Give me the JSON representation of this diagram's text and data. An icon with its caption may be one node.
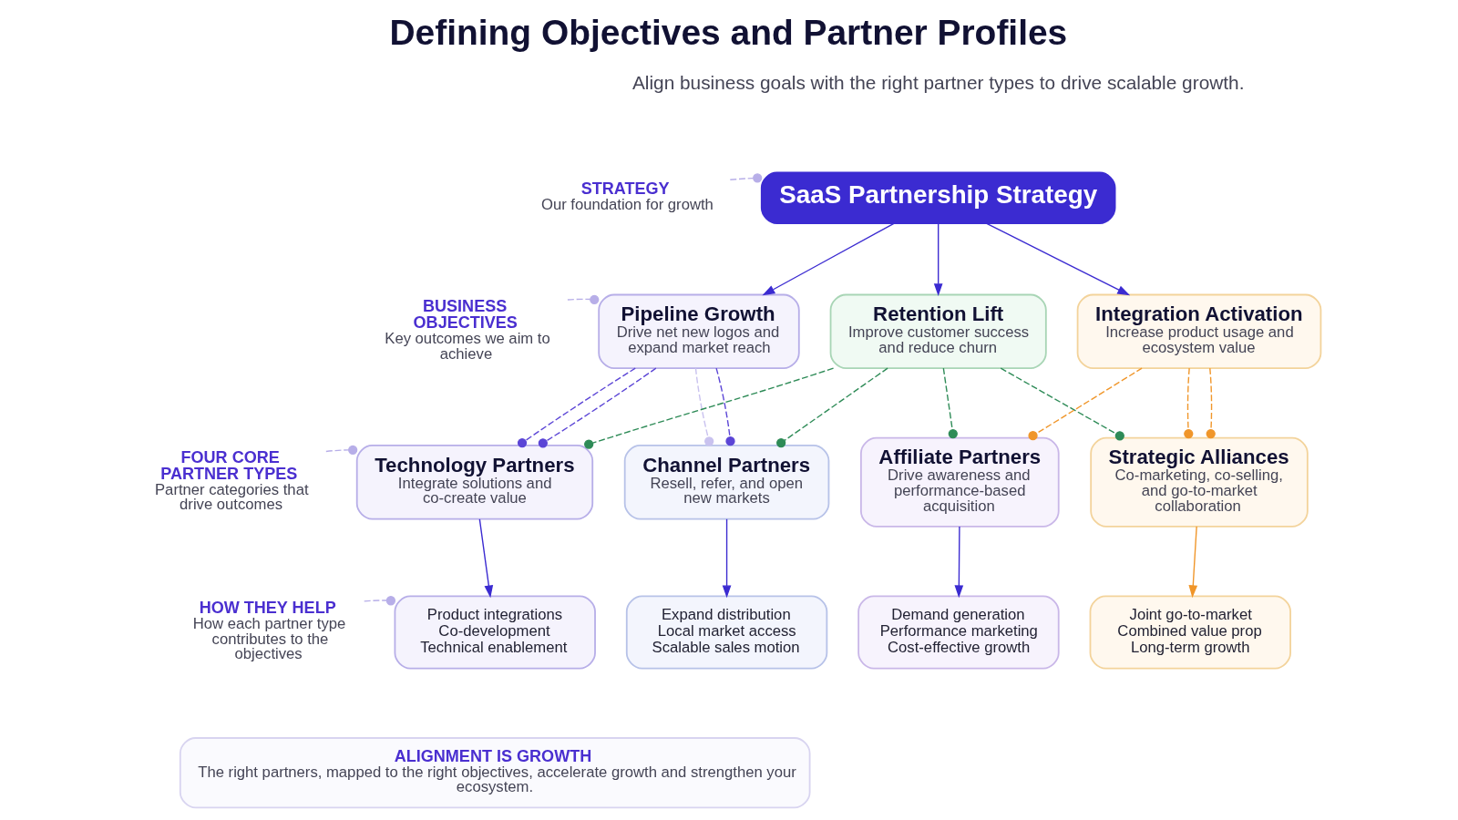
{
  "diagram": {
    "title": "Defining Objectives and Partner Profiles",
    "nodes": [
      {
        "text": [
          "STRATEGY",
          "Our foundation for growth"
        ]
      },
      {
        "text": [
          "BUSINESS OBJECTIVES",
          "Key outcomes we aim to achieve"
        ]
      },
      {
        "text": [
          "FOUR CORE PARTNER TYPES",
          "Partner categories that drive outcomes"
        ]
      },
      {
        "text": [
          "HOW THEY HELP",
          "How each partner type contributes to the objectives"
        ]
      },
      {
        "text": [
          "SaaS Partnership Strategy"
        ]
      },
      {
        "text": [
          "Pipeline Growth",
          "Drive net new logos and expand market reach"
        ]
      },
      {
        "text": [
          "Retention Lift",
          "Improve customer success and reduce churn"
        ]
      },
      {
        "text": [
          "Integration Activation",
          "Increase product usage and ecosystem value"
        ]
      },
      {
        "text": [
          "Technology Partners",
          "Integrate solutions and co-create value"
        ]
      },
      {
        "text": [
          "Channel Partners",
          "Resell, refer, and open new markets"
        ]
      },
      {
        "text": [
          "Affiliate Partners",
          "Drive awareness and performance-based acquisition"
        ]
      },
      {
        "text": [
          "Strategic Alliances",
          "Co-marketing, co-selling, and go-to-market collaboration"
        ]
      },
      {
        "text": [
          "Product integrations",
          "Co-development",
          "Technical enablement"
        ]
      },
      {
        "text": [
          "Expand distribution",
          "Local market access",
          "Scalable sales motion"
        ]
      },
      {
        "text": [
          "Demand generation",
          "Performance marketing",
          "Cost-effective growth"
        ]
      },
      {
        "text": [
          "Joint go-to-market",
          "Combined value prop",
          "Long-term growth"
        ]
      },
      {
        "text": [
          "ALIGNMENT IS GROWTH",
          "The right partners, mapped to the right objectives, accelerate growth and strengthen your ecosystem."
        ]
      }
    ],
    "edges": [
      {
        "from": 4,
        "to": 5,
        "arrow": "to"
      },
      {
        "from": 4,
        "to": 6,
        "arrow": "to"
      },
      {
        "from": 4,
        "to": 7,
        "arrow": "to"
      },
      {
        "from": 5,
        "to": 8,
        "arrow": "other",
        "style": "dashed",
        "color": "#5b45d6"
      },
      {
        "from": 5,
        "to": 8,
        "arrow": "other",
        "style": "dashed",
        "color": "#5b45d6"
      },
      {
        "from": 5,
        "to": 9,
        "arrow": "other",
        "style": "dashed",
        "color": "#c9c2ef"
      },
      {
        "from": 5,
        "to": 9,
        "arrow": "other",
        "style": "dashed",
        "color": "#5b45d6"
      },
      {
        "from": 6,
        "to": 8,
        "arrow": "other",
        "style": "dashed",
        "color": "#2e8b57"
      },
      {
        "from": 6,
        "to": 9,
        "arrow": "other",
        "style": "dashed",
        "color": "#2e8b57"
      },
      {
        "from": 6,
        "to": 10,
        "arrow": "other",
        "style": "dashed",
        "color": "#2e8b57"
      },
      {
        "from": 6,
        "to": 11,
        "arrow": "other",
        "style": "dashed",
        "color": "#2e8b57"
      },
      {
        "from": 7,
        "to": 10,
        "arrow": "other",
        "style": "dashed",
        "color": "#f0962a"
      },
      {
        "from": 7,
        "to": 11,
        "arrow": "other",
        "style": "dashed",
        "color": "#f0962a"
      },
      {
        "from": 7,
        "to": 11,
        "arrow": "other",
        "style": "dashed",
        "color": "#f0962a"
      },
      {
        "from": 8,
        "to": 12,
        "arrow": "to"
      },
      {
        "from": 9,
        "to": 13,
        "arrow": "to"
      },
      {
        "from": 10,
        "to": 14,
        "arrow": "to"
      },
      {
        "from": 11,
        "to": 15,
        "arrow": "to",
        "color": "#f0962a"
      },
      {
        "from": 0,
        "to": 4,
        "arrow": "other",
        "style": "dashed",
        "color": "#b7aee8"
      },
      {
        "from": 1,
        "to": 5,
        "arrow": "other",
        "style": "dashed",
        "color": "#b7aee8"
      },
      {
        "from": 2,
        "to": 8,
        "arrow": "other",
        "style": "dashed",
        "color": "#b7aee8"
      },
      {
        "from": 3,
        "to": 12,
        "arrow": "other",
        "style": "dashed",
        "color": "#b7aee8"
      }
    ],
    "labels": [
      "Align business goals with the right partner types to drive scalable growth."
    ]
  }
}
